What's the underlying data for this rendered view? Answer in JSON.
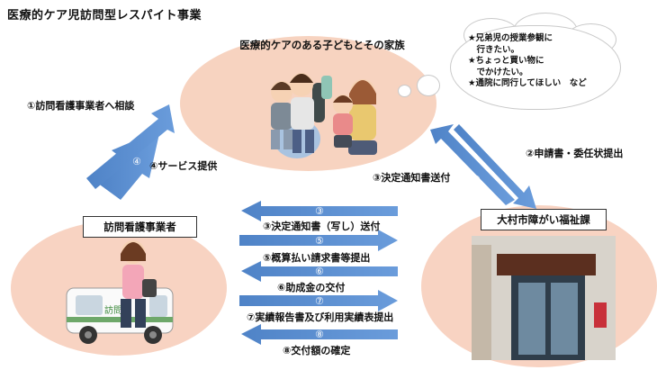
{
  "title": "医療的ケア児訪問型レスパイト事業",
  "family": {
    "label": "医療的ケアのある子どもとその家族"
  },
  "provider": {
    "label": "訪問看護事業者",
    "van_text": "訪問"
  },
  "city": {
    "label": "大村市障がい福祉課"
  },
  "bubble": {
    "text": "★兄弟児の授業参観に\n　行きたい。\n★ちょっと買い物に\n　でかけたい。\n★通院に同行してほしい　など"
  },
  "flows": [
    {
      "num": "①",
      "label": "①訪問看護事業者へ相談"
    },
    {
      "num": "④",
      "label": "④サービス提供"
    },
    {
      "num": "②",
      "label": "②申請書・委任状提出"
    },
    {
      "num": "③",
      "label": "③決定通知書送付"
    },
    {
      "num": "③",
      "label": "③決定通知書（写し）送付"
    },
    {
      "num": "⑤",
      "label": "⑤概算払い請求書等提出"
    },
    {
      "num": "⑥",
      "label": "⑥助成金の交付"
    },
    {
      "num": "⑦",
      "label": "⑦実績報告書及び利用実績表提出"
    },
    {
      "num": "⑧",
      "label": "⑧交付額の確定"
    }
  ],
  "colors": {
    "arrow": "#5b8fd0",
    "ellipse": "#f8d3c2"
  }
}
